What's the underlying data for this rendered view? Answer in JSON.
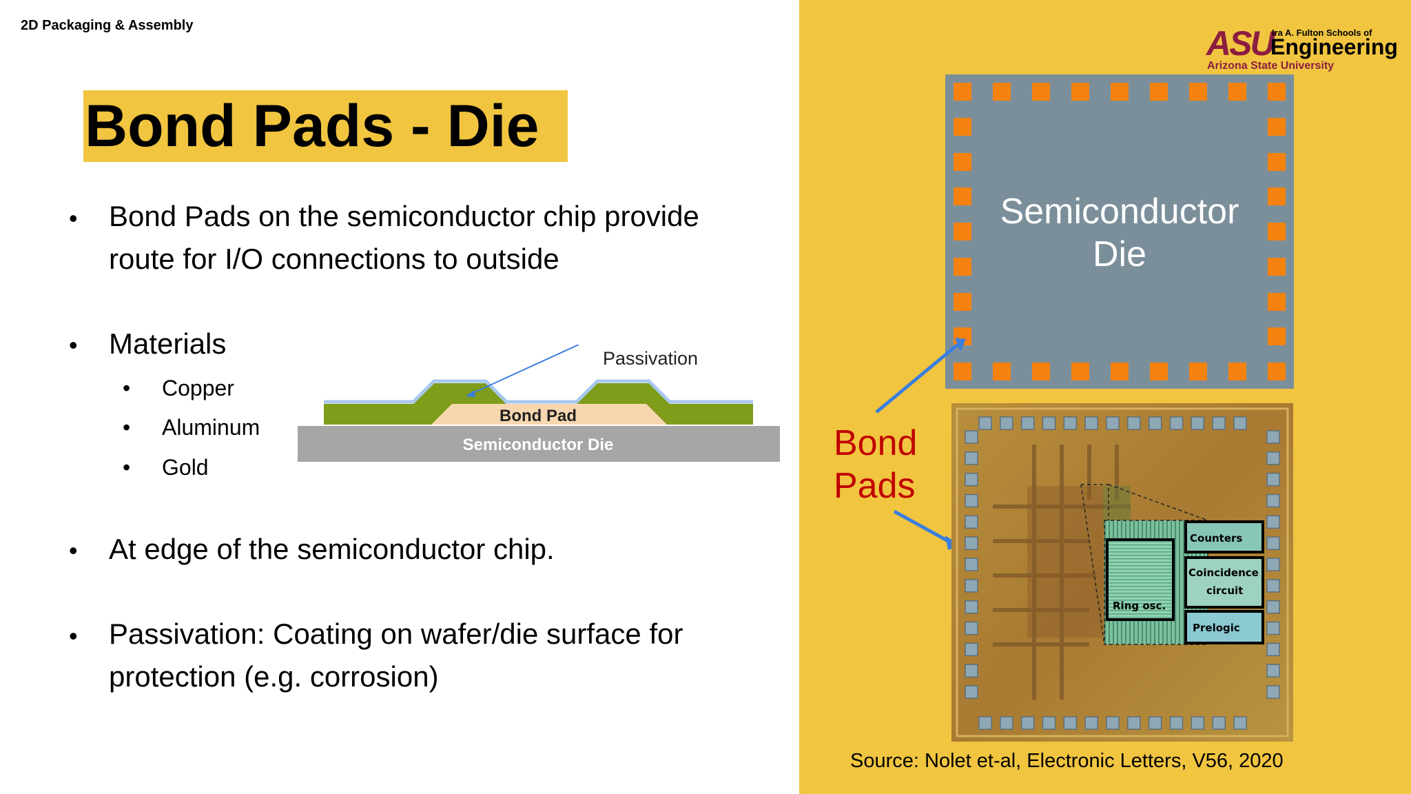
{
  "header": {
    "label": "2D Packaging & Assembly"
  },
  "title": "Bond Pads - Die",
  "bullets": {
    "b1_line1": "Bond Pads on the semiconductor chip provide",
    "b1_line2": "route for I/O connections to outside",
    "b2": "Materials",
    "materials": [
      "Copper",
      "Aluminum",
      "Gold"
    ],
    "b3": "At edge of the semiconductor chip.",
    "b4_line1": "Passivation: Coating on wafer/die surface for",
    "b4_line2": "protection (e.g. corrosion)",
    "marker": "•"
  },
  "cross_section": {
    "passivation": "Passivation",
    "bond_pad": "Bond Pad",
    "die": "Semiconductor Die"
  },
  "logo": {
    "mark": "ASU",
    "school": "Ira A. Fulton Schools of",
    "name": "Engineering",
    "university": "Arizona State University"
  },
  "die_diagram": {
    "line1": "Semiconductor",
    "line2": "Die"
  },
  "bond_pads_label": {
    "line1": "Bond",
    "line2": "Pads"
  },
  "chip_photo": {
    "blocks": [
      "Counters",
      "Coincidence",
      "circuit",
      "Ring osc.",
      "Prelogic"
    ]
  },
  "source": "Source: Nolet et-al, Electronic Letters, V56, 2020",
  "colors": {
    "accent": "#f1c540",
    "die": "#7b8f9b",
    "pad": "#f5820f",
    "bond_label": "#c00000",
    "arrow": "#3b7ee0",
    "asu_maroon": "#8c1d40"
  }
}
